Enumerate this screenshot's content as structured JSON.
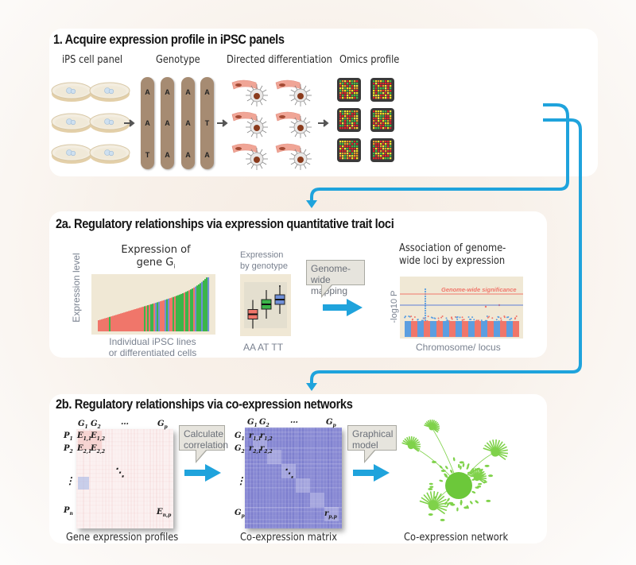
{
  "sections": {
    "acquire": {
      "title": "1. Acquire expression profile in iPSC panels",
      "steps": [
        {
          "label": "iPS cell panel"
        },
        {
          "label": "Genotype"
        },
        {
          "label": "Directed differentiation"
        },
        {
          "label": "Omics profile"
        }
      ],
      "genotype_columns": [
        [
          "A",
          "A",
          "T"
        ],
        [
          "A",
          "A",
          "A"
        ],
        [
          "A",
          "A",
          "A"
        ],
        [
          "A",
          "T",
          "A"
        ]
      ]
    },
    "eqtl": {
      "title": "2a. Regulatory relationships via expression quantitative trait loci",
      "expression_title_line1": "Expression of",
      "expression_title_line2": "gene G",
      "expression_title_sub": "i",
      "expression_ylabel": "Expression level",
      "expression_xlabel_line1": "Individual iPSC lines",
      "expression_xlabel_line2": "or differentiated cells",
      "genotype_title_line1": "Expression",
      "genotype_title_line2": "by genotype",
      "genotype_categories": [
        "AA",
        "AT",
        "TT"
      ],
      "callout_line1": "Genome-wide",
      "callout_line2": "mapping",
      "assoc_title_line1": "Association of genome-",
      "assoc_title_line2": "wide loci by expression",
      "assoc_ylabel": "-log10 P",
      "assoc_xlabel": "Chromosome/ locus",
      "significance_label": "Genome-wide significance"
    },
    "coexpr": {
      "title": "2b. Regulatory relationships via co-expression networks",
      "matrix1_caption": "Gene expression profiles",
      "callout1_line1": "Calculate",
      "callout1_line2": "correlation",
      "matrix2_caption": "Co-expression matrix",
      "callout2_line1": "Graphical",
      "callout2_line2": "model",
      "network_caption": "Co-expression network",
      "m1": {
        "col_labels": [
          "G",
          "G",
          "…",
          "G"
        ],
        "col_subs": [
          "1",
          "2",
          "",
          "p"
        ],
        "row_labels": [
          "P",
          "P",
          "⋮",
          "P"
        ],
        "row_subs": [
          "1",
          "2",
          "",
          "n"
        ],
        "cells": [
          "E",
          "E",
          "E",
          "E"
        ],
        "cell_subs": [
          "1,1",
          "1,2",
          "2,1",
          "2,2"
        ],
        "last_cell": "E",
        "last_sub": "n,p",
        "diag": "⋱"
      },
      "m2": {
        "col_labels": [
          "G",
          "G",
          "…",
          "G"
        ],
        "col_subs": [
          "1",
          "2",
          "",
          "p"
        ],
        "row_labels": [
          "G",
          "G",
          "⋮",
          "G"
        ],
        "row_subs": [
          "1",
          "2",
          "",
          "p"
        ],
        "cells": [
          "r",
          "r",
          "r",
          "r"
        ],
        "cell_subs": [
          "1,1",
          "1,2",
          "2,1",
          "2,2"
        ],
        "last_cell": "r",
        "last_sub": "p,p",
        "diag": "⋱"
      }
    }
  },
  "colors": {
    "flow_arrow": "#1fa3dc",
    "connector": "#1fa3dc",
    "genotype_red": "#f0766a",
    "genotype_green": "#3cb54a",
    "genotype_blue": "#6f8fd8",
    "network_green": "#7fd24a",
    "chart_bg": "#f0e8d5"
  },
  "chart_data": [
    {
      "type": "bar",
      "title": "Expression of gene Gi",
      "xlabel": "Individual iPSC lines or differentiated cells",
      "ylabel": "Expression level",
      "note": "sorted ascending bars colored by genotype (red=AA, green=AT, blue=TT)",
      "series_colors": {
        "AA": "#f0766a",
        "AT": "#3cb54a",
        "TT": "#6f8fd8"
      }
    },
    {
      "type": "box",
      "title": "Expression by genotype",
      "categories": [
        "AA",
        "AT",
        "TT"
      ],
      "relative_medians": [
        0.35,
        0.6,
        0.72
      ]
    },
    {
      "type": "scatter",
      "title": "Association of genome-wide loci by expression",
      "xlabel": "Chromosome/ locus",
      "ylabel": "-log10 P",
      "annotations": [
        "Genome-wide significance"
      ]
    }
  ]
}
